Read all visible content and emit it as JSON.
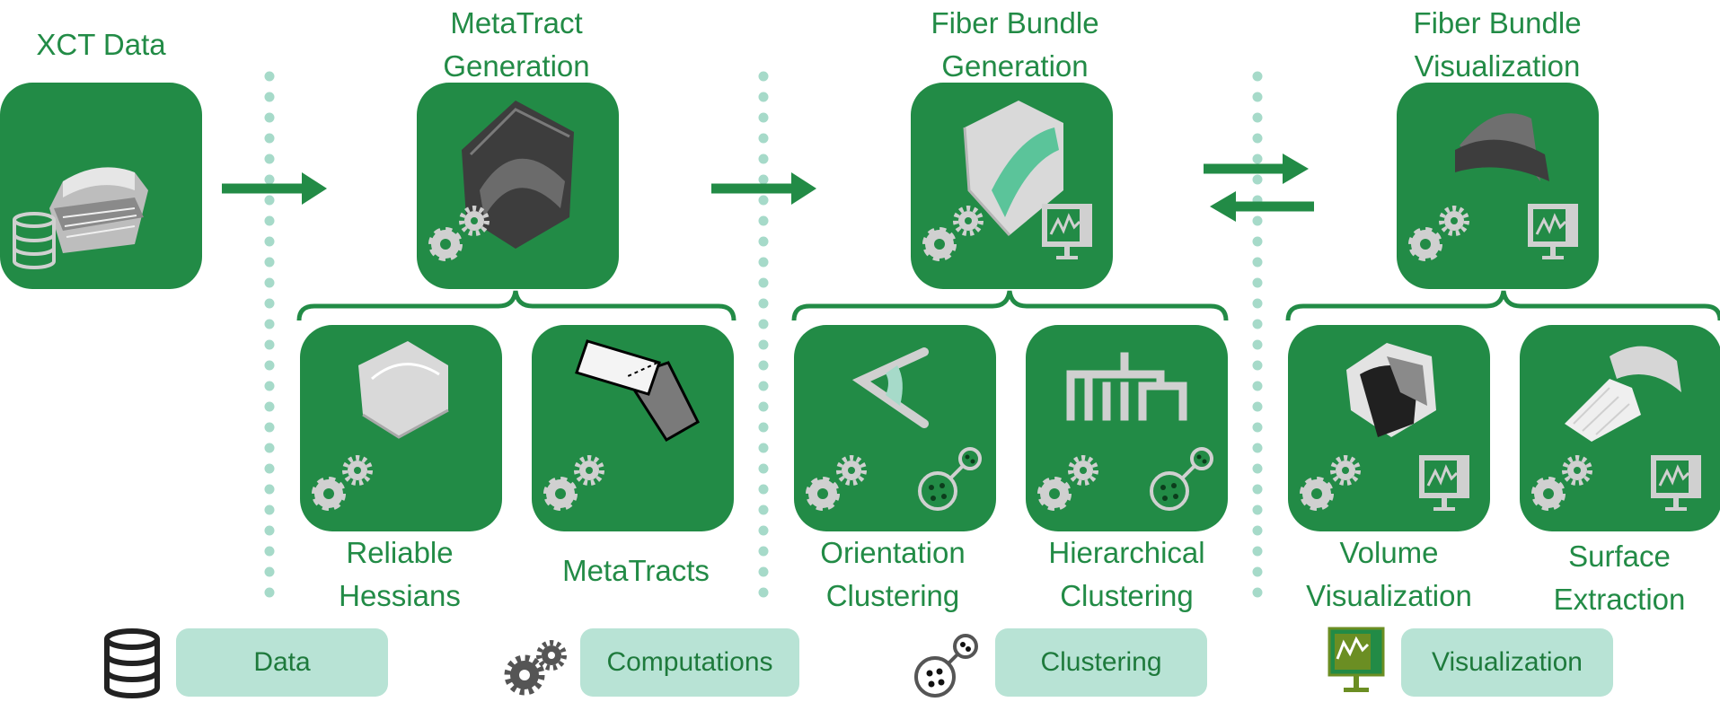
{
  "colors": {
    "green": "#228b46",
    "light": "#b8e3d5",
    "dots": "#a6dac9",
    "gray": "#d4d4d4"
  },
  "stages": {
    "xct": {
      "title": "XCT Data"
    },
    "metatract": {
      "title_line1": "MetaTract",
      "title_line2": "Generation"
    },
    "bundle_gen": {
      "title_line1": "Fiber Bundle",
      "title_line2": "Generation"
    },
    "bundle_vis": {
      "title_line1": "Fiber Bundle",
      "title_line2": "Visualization"
    }
  },
  "substeps": {
    "reliable_hessians": {
      "line1": "Reliable",
      "line2": "Hessians"
    },
    "metatracts": {
      "line1": "MetaTracts"
    },
    "orientation_clustering": {
      "line1": "Orientation",
      "line2": "Clustering"
    },
    "hierarchical_clustering": {
      "line1": "Hierarchical",
      "line2": "Clustering"
    },
    "volume_visualization": {
      "line1": "Volume",
      "line2": "Visualization"
    },
    "surface_extraction": {
      "line1": "Surface",
      "line2": "Extraction"
    }
  },
  "legend": {
    "data": "Data",
    "computations": "Computations",
    "clustering": "Clustering",
    "visualization": "Visualization"
  },
  "icons": [
    "database-icon",
    "gears-icon",
    "clustering-icon",
    "visualization-icon"
  ]
}
